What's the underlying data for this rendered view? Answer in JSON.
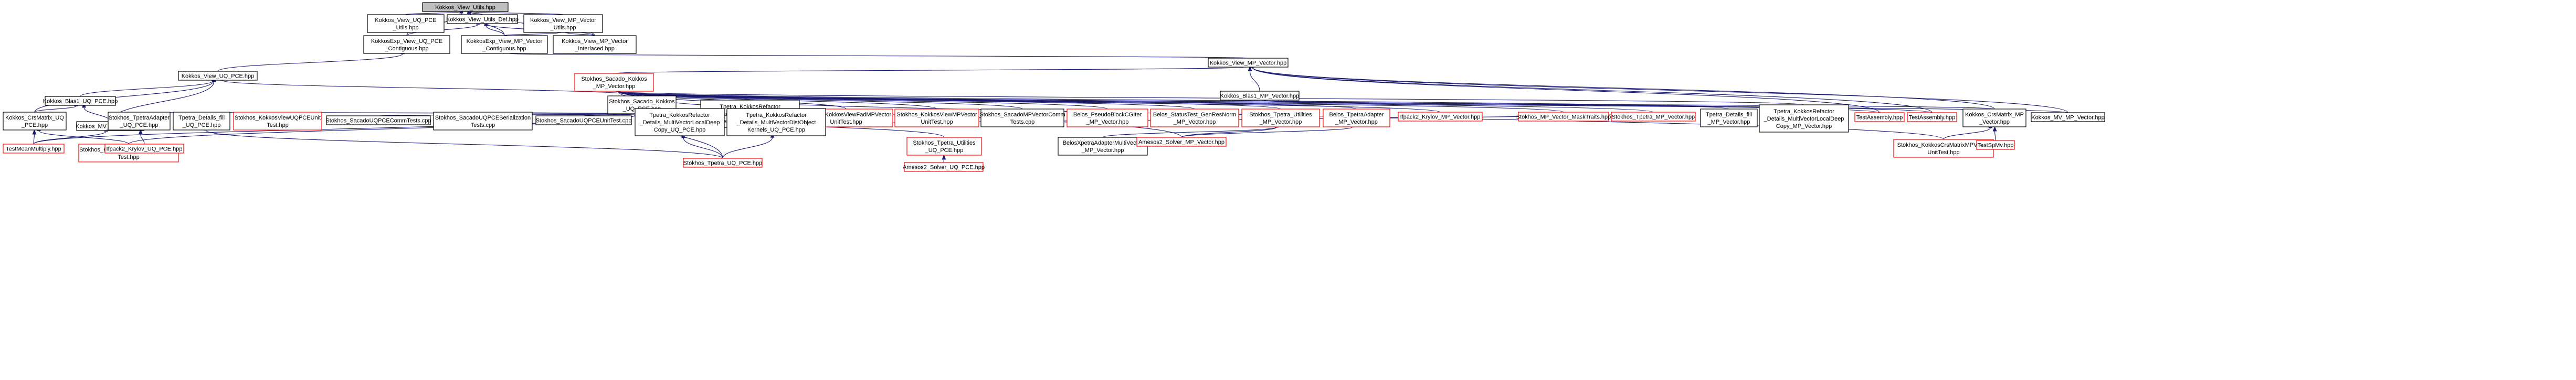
{
  "colors": {
    "node_border": "#000000",
    "node_border_untested": "#ff0000",
    "root_fill": "#bfbfbf",
    "node_fill": "#ffffff",
    "edge": "#191970",
    "text": "#000000"
  },
  "nodes": [
    {
      "id": "utils",
      "lines": [
        "Kokkos_View_Utils.hpp"
      ],
      "style": "root"
    },
    {
      "id": "view_uq_pce_utils",
      "lines": [
        "Kokkos_View_UQ_PCE",
        "_Utils.hpp"
      ],
      "style": "normal"
    },
    {
      "id": "view_utils_def",
      "lines": [
        "Kokkos_View_Utils_Def.hpp"
      ],
      "style": "normal"
    },
    {
      "id": "view_mp_vector_utils",
      "lines": [
        "Kokkos_View_MP_Vector",
        "_Utils.hpp"
      ],
      "style": "normal"
    },
    {
      "id": "kexp_view_uq_pce_contig",
      "lines": [
        "KokkosExp_View_UQ_PCE",
        "_Contiguous.hpp"
      ],
      "style": "normal"
    },
    {
      "id": "kexp_view_mp_vector_contig",
      "lines": [
        "KokkosExp_View_MP_Vector",
        "_Contiguous.hpp"
      ],
      "style": "normal"
    },
    {
      "id": "view_mp_vector_interlaced",
      "lines": [
        "Kokkos_View_MP_Vector",
        "_Interlaced.hpp"
      ],
      "style": "normal"
    },
    {
      "id": "view_mp_vector",
      "lines": [
        "Kokkos_View_MP_Vector.hpp"
      ],
      "style": "normal"
    },
    {
      "id": "view_uq_pce",
      "lines": [
        "Kokkos_View_UQ_PCE.hpp"
      ],
      "style": "normal"
    },
    {
      "id": "stokhos_sacado_kokkos_mp_vector",
      "lines": [
        "Stokhos_Sacado_Kokkos",
        "_MP_Vector.hpp"
      ],
      "style": "red"
    },
    {
      "id": "kokkos_blas1_mp_vector",
      "lines": [
        "Kokkos_Blas1_MP_Vector.hpp"
      ],
      "style": "normal"
    },
    {
      "id": "kokkos_blas1_uq_pce",
      "lines": [
        "Kokkos_Blas1_UQ_PCE.hpp"
      ],
      "style": "normal"
    },
    {
      "id": "stokhos_sacado_kokkos_uq_pce",
      "lines": [
        "Stokhos_Sacado_Kokkos",
        "_UQ_PCE.hpp"
      ],
      "style": "normal"
    },
    {
      "id": "tpetra_refactor_mp_vector",
      "lines": [
        "Tpetra_KokkosRefactor",
        "_Details_MultiVectorDistObject",
        "Kernels_MP_Vector.hpp"
      ],
      "style": "normal"
    },
    {
      "id": "stokhos_kokkos_view_fad_mp_vector_unittest",
      "lines": [
        "Stokhos_KokkosViewFadMPVector",
        "UnitTest.hpp"
      ],
      "style": "red"
    },
    {
      "id": "stokhos_kokkos_view_mp_vector_unittest",
      "lines": [
        "Stokhos_KokkosViewMPVector",
        "UnitTest.hpp"
      ],
      "style": "red"
    },
    {
      "id": "stokhos_sacado_mp_vector_comm_tests",
      "lines": [
        "Stokhos_SacadoMPVectorComm",
        "Tests.cpp"
      ],
      "style": "normal"
    },
    {
      "id": "belos_pseudo_block_cg_mp_vector",
      "lines": [
        "Belos_PseudoBlockCGIter",
        "_MP_Vector.hpp"
      ],
      "style": "red"
    },
    {
      "id": "belos_status_test_mp_vector",
      "lines": [
        "Belos_StatusTest_GenResNorm",
        "_MP_Vector.hpp"
      ],
      "style": "red"
    },
    {
      "id": "stokhos_tpetra_utilities_mp_vector",
      "lines": [
        "Stokhos_Tpetra_Utilities",
        "_MP_Vector.hpp"
      ],
      "style": "red"
    },
    {
      "id": "belos_tpetra_adapter_mp_vector",
      "lines": [
        "Belos_TpetraAdapter",
        "_MP_Vector.hpp"
      ],
      "style": "red"
    },
    {
      "id": "ifpack2_krylov_mp_vector",
      "lines": [
        "Ifpack2_Krylov_MP_Vector.hpp"
      ],
      "style": "red"
    },
    {
      "id": "stokhos_mp_vector_masktraits",
      "lines": [
        "Stokhos_MP_Vector_MaskTraits.hpp"
      ],
      "style": "red"
    },
    {
      "id": "stokhos_tpetra_mp_vector",
      "lines": [
        "Stokhos_Tpetra_MP_Vector.hpp"
      ],
      "style": "red"
    },
    {
      "id": "tpetra_details_fill_mp_vector",
      "lines": [
        "Tpetra_Details_fill",
        "_MP_Vector.hpp"
      ],
      "style": "normal"
    },
    {
      "id": "tpetra_refactor_localdeepcopy_mp_vector",
      "lines": [
        "Tpetra_KokkosRefactor",
        "_Details_MultiVectorLocalDeep",
        "Copy_MP_Vector.hpp"
      ],
      "style": "normal"
    },
    {
      "id": "testassembly_1",
      "lines": [
        "TestAssembly.hpp"
      ],
      "style": "red"
    },
    {
      "id": "testassembly_2",
      "lines": [
        "TestAssembly.hpp"
      ],
      "style": "red"
    },
    {
      "id": "kokkos_crsmatrix_mp_vector",
      "lines": [
        "Kokkos_CrsMatrix_MP",
        "_Vector.hpp"
      ],
      "style": "normal"
    },
    {
      "id": "kokkos_mv_mp_vector",
      "lines": [
        "Kokkos_MV_MP_Vector.hpp"
      ],
      "style": "normal"
    },
    {
      "id": "stokhos_kokkos_crsmatrix_mp_vector_unittest",
      "lines": [
        "Stokhos_KokkosCrsMatrixMPVector",
        "UnitTest.hpp"
      ],
      "style": "red"
    },
    {
      "id": "test_spmv",
      "lines": [
        "TestSpMv.hpp"
      ],
      "style": "red"
    },
    {
      "id": "kokkos_crsmatrix_uq_pce",
      "lines": [
        "Kokkos_CrsMatrix_UQ",
        "_PCE.hpp"
      ],
      "style": "normal"
    },
    {
      "id": "kokkos_mv_uq_pce",
      "lines": [
        "Kokkos_MV_UQ_PCE.hpp"
      ],
      "style": "normal"
    },
    {
      "id": "test_mean_multiply",
      "lines": [
        "TestMeanMultiply.hpp"
      ],
      "style": "red"
    },
    {
      "id": "stokhos_kokkos_crsmatrix_uq_pce_unittest",
      "lines": [
        "Stokhos_KokkosCrsMatrixUQPCEUnit",
        "Test.hpp"
      ],
      "style": "red"
    },
    {
      "id": "stokhos_tpetra_adapter_uq_pce",
      "lines": [
        "Stokhos_TpetraAdapter",
        "_UQ_PCE.hpp"
      ],
      "style": "normal"
    },
    {
      "id": "ifpack2_krylov_uq_pce",
      "lines": [
        "Ifpack2_Krylov_UQ_PCE.hpp"
      ],
      "style": "red"
    },
    {
      "id": "tpetra_details_fill_uq_pce",
      "lines": [
        "Tpetra_Details_fill",
        "_UQ_PCE.hpp"
      ],
      "style": "normal"
    },
    {
      "id": "stokhos_kokkos_view_uq_pce_unittest",
      "lines": [
        "Stokhos_KokkosViewUQPCEUnit",
        "Test.hpp"
      ],
      "style": "red"
    },
    {
      "id": "stokhos_sacado_uq_pce_comm_tests",
      "lines": [
        "Stokhos_SacadoUQPCECommTests.cpp"
      ],
      "style": "normal"
    },
    {
      "id": "stokhos_sacado_uq_pce_serialization_tests",
      "lines": [
        "Stokhos_SacadoUQPCESerialization",
        "Tests.cpp"
      ],
      "style": "normal"
    },
    {
      "id": "stokhos_sacado_uq_pce_unittest",
      "lines": [
        "Stokhos_SacadoUQPCEUnitTest.cpp"
      ],
      "style": "normal"
    },
    {
      "id": "tpetra_refactor_localdeepcopy_uq_pce",
      "lines": [
        "Tpetra_KokkosRefactor",
        "_Details_MultiVectorLocalDeep",
        "Copy_UQ_PCE.hpp"
      ],
      "style": "normal"
    },
    {
      "id": "tpetra_refactor_uq_pce",
      "lines": [
        "Tpetra_KokkosRefactor",
        "_Details_MultiVectorDistObject",
        "Kernels_UQ_PCE.hpp"
      ],
      "style": "normal"
    },
    {
      "id": "stokhos_tpetra_utilities_uq_pce",
      "lines": [
        "Stokhos_Tpetra_Utilities",
        "_UQ_PCE.hpp"
      ],
      "style": "red"
    },
    {
      "id": "belos_xpetra_adapter_multivector",
      "lines": [
        "BelosXpetraAdapterMultiVector",
        "_MP_Vector.hpp"
      ],
      "style": "normal"
    },
    {
      "id": "amesos2_solver_mp_vector",
      "lines": [
        "Amesos2_Solver_MP_Vector.hpp"
      ],
      "style": "red"
    },
    {
      "id": "stokhos_tpetra_uq_pce",
      "lines": [
        "Stokhos_Tpetra_UQ_PCE.hpp"
      ],
      "style": "red"
    },
    {
      "id": "amesos2_solver_uq_pce",
      "lines": [
        "Amesos2_Solver_UQ_PCE.hpp"
      ],
      "style": "red"
    }
  ]
}
